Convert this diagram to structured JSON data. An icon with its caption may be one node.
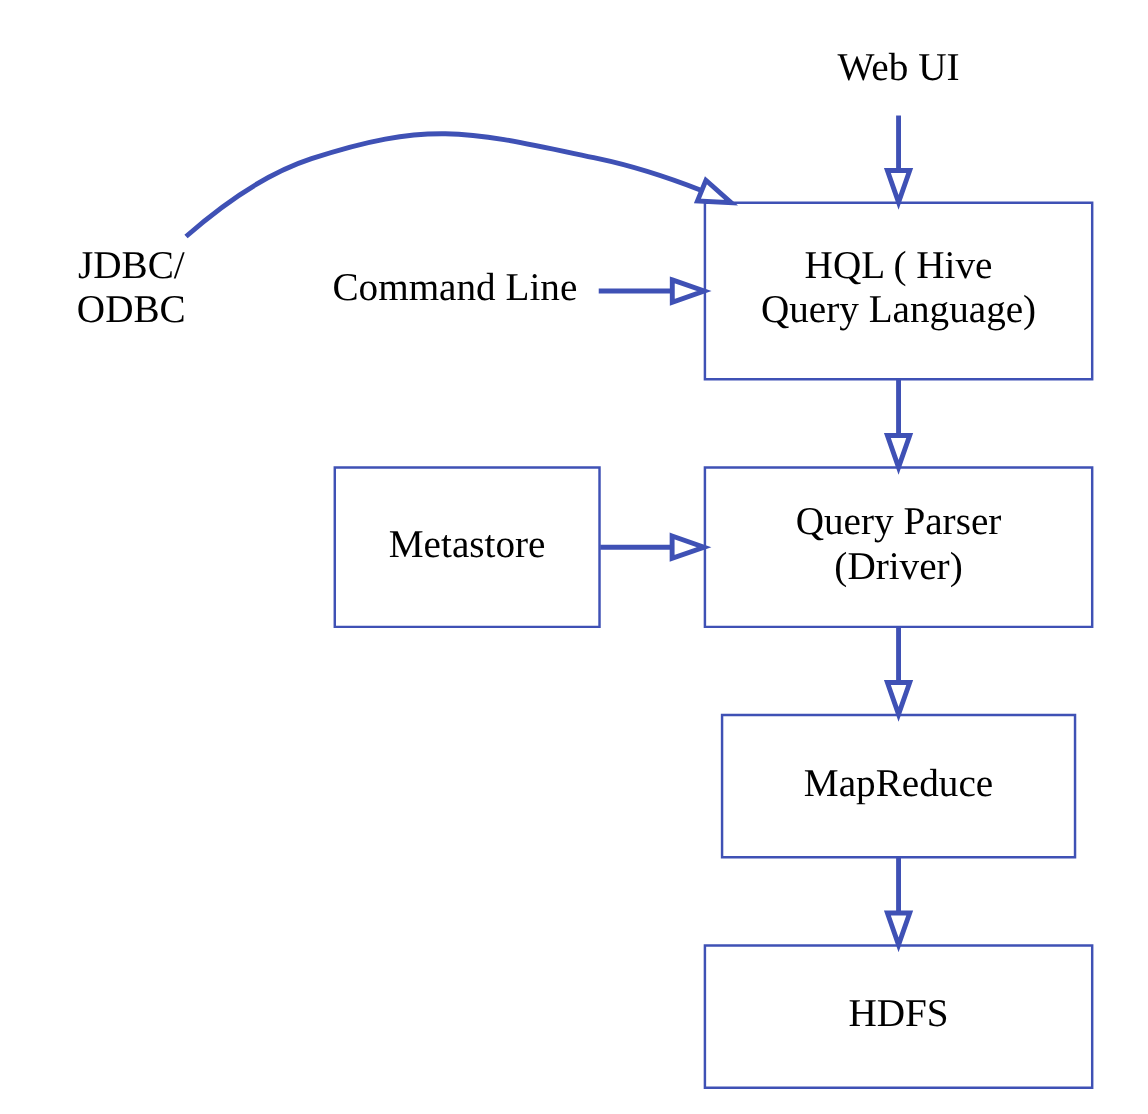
{
  "diagram": {
    "nodes": [
      {
        "text": [
          "Web UI"
        ]
      },
      {
        "text": [
          "JDBC/ ODBC"
        ]
      },
      {
        "text": [
          "HQL ( Hive Query Language)"
        ]
      },
      {
        "text": [
          "Command Line"
        ]
      },
      {
        "text": [
          "Query Parser (Driver)"
        ]
      },
      {
        "text": [
          "Metastore"
        ]
      },
      {
        "text": [
          "MapReduce"
        ]
      },
      {
        "text": [
          "HDFS"
        ]
      }
    ],
    "edges": [
      {
        "from": 0,
        "to": 2,
        "arrow": "to"
      },
      {
        "from": 1,
        "to": 2,
        "arrow": "to"
      },
      {
        "from": 3,
        "to": 2,
        "arrow": "to"
      },
      {
        "from": 2,
        "to": 4,
        "arrow": "to"
      },
      {
        "from": 5,
        "to": 4,
        "arrow": "to"
      },
      {
        "from": 4,
        "to": 6,
        "arrow": "to"
      },
      {
        "from": 6,
        "to": 7,
        "arrow": "to"
      }
    ]
  }
}
